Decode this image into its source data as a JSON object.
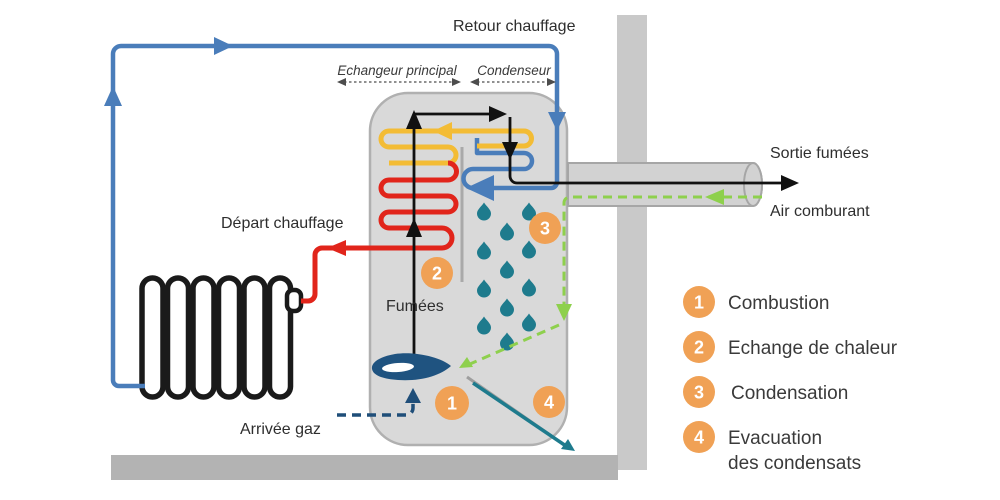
{
  "labels": {
    "retour_chauffage": "Retour chauffage",
    "echangeur_principal": "Echangeur principal",
    "condenseur": "Condenseur",
    "sortie_fumees": "Sortie fumées",
    "air_comburant": "Air comburant",
    "depart_chauffage": "Départ chauffage",
    "fumees": "Fumées",
    "arrivee_gaz": "Arrivée gaz"
  },
  "steps": [
    {
      "number": "1",
      "label": "Combustion",
      "label_line2": ""
    },
    {
      "number": "2",
      "label": "Echange de chaleur",
      "label_line2": ""
    },
    {
      "number": "3",
      "label": "Condensation",
      "label_line2": ""
    },
    {
      "number": "4",
      "label": "Evacuation",
      "label_line2": "des condensats"
    }
  ],
  "colors": {
    "step_circle_orange": "#f0a155",
    "return_water_blue": "#4a7dba",
    "hot_water_red": "#e1251b",
    "heat_exchanger_yellow": "#f3bc35",
    "condensate_teal": "#1e7b8d",
    "combustion_air_green": "#8ed04d",
    "gas_flame_navy": "#1f4e79",
    "boiler_gray": "#d9d9d9",
    "wall_gray": "#c9c9c9",
    "floor_gray": "#b3b3b3"
  }
}
